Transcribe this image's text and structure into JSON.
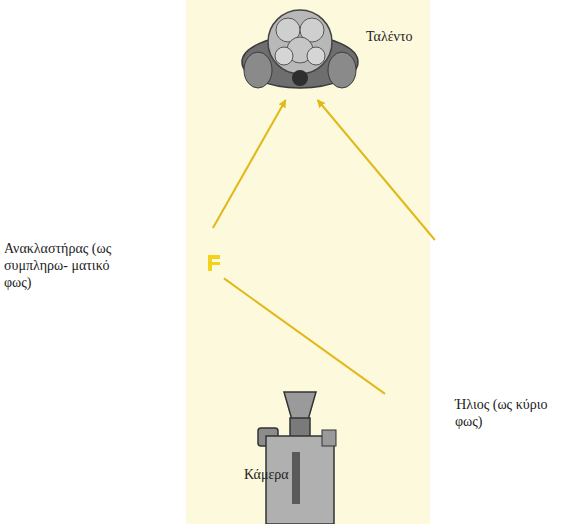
{
  "diagram": {
    "nodes": [
      {
        "text": [
          "Ταλέντο"
        ]
      },
      {
        "text": [
          "Ανακλαστήρας (ως συμπληρω- ματικό φως)"
        ]
      },
      {
        "text": [
          "Ήλιος (ως κύριο φως)"
        ]
      },
      {
        "text": [
          "Κάμερα"
        ]
      }
    ],
    "edges": [
      {
        "from": 1,
        "to": 0,
        "arrow": "to"
      },
      {
        "from": 2,
        "to": 0,
        "arrow": "to"
      },
      {
        "from": 1,
        "to": 2,
        "arrow": "none"
      }
    ]
  }
}
